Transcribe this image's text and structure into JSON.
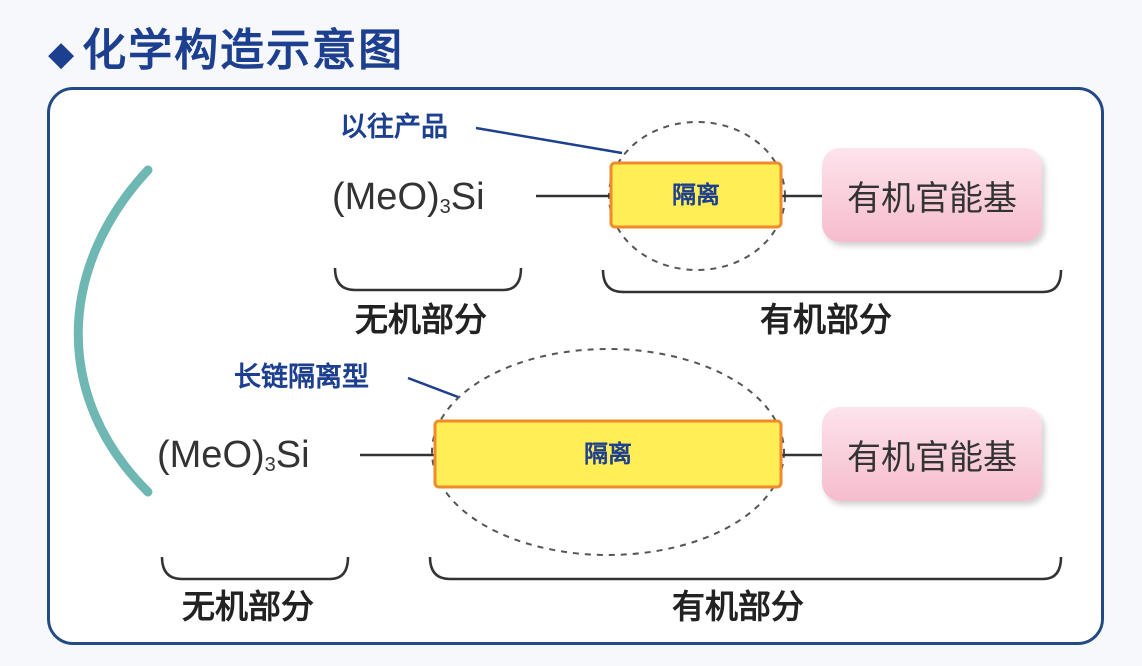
{
  "title": {
    "marker": "◆",
    "text": "化学构造示意图"
  },
  "row1": {
    "callout": "以往产品",
    "formula_main": "(MeO)",
    "formula_sub": "3",
    "formula_tail": "Si",
    "spacer_label": "隔离",
    "functional_group": "有机官能基",
    "inorganic_label": "无机部分",
    "organic_label": "有机部分"
  },
  "row2": {
    "callout": "长链隔离型",
    "formula_main": "(MeO)",
    "formula_sub": "3",
    "formula_tail": "Si",
    "spacer_label": "隔离",
    "functional_group": "有机官能基",
    "inorganic_label": "无机部分",
    "organic_label": "有机部分"
  },
  "colors": {
    "title": "#1d3f8f",
    "frame": "#234a84",
    "spacer_fill": "#ffee55",
    "spacer_border": "#f08a2a",
    "functional_fill": "#f8c6d5",
    "bracket_arc": "#6fb7b2"
  }
}
